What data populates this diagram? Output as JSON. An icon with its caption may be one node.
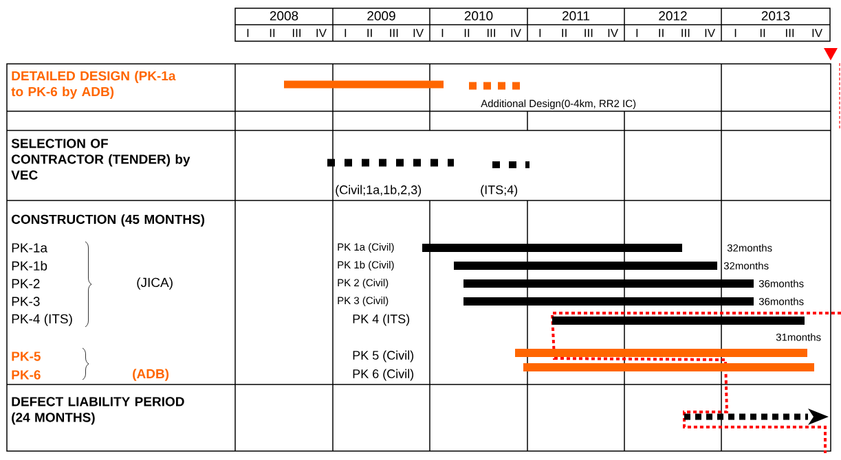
{
  "diagram": {
    "nodes": [
      {
        "text": [
          "DETAILED DESIGN (PK-1a to PK-6 by ADB)"
        ]
      },
      {
        "text": [
          "SELECTION OF CONTRACTOR (TENDER)  by VEC"
        ]
      },
      {
        "text": [
          "CONSTRUCTION (45 MONTHS)"
        ]
      },
      {
        "text": [
          "DEFECT LIABILITY PERIOD (24 MONTHS)"
        ]
      },
      {
        "text": [],
        "shape": "bar"
      },
      {
        "text": [],
        "shape": "bar",
        "beside": [
          "Additional Design(0-4km, RR2 IC)"
        ]
      },
      {
        "text": [],
        "shape": "bar",
        "beside": [
          "(Civil;1a,1b,2,3)"
        ]
      },
      {
        "text": [],
        "shape": "bar",
        "beside": [
          "(ITS;4)"
        ]
      },
      {
        "text": [],
        "shape": "bar"
      },
      {
        "text": [],
        "shape": "bar"
      },
      {
        "text": [],
        "shape": "bar"
      },
      {
        "text": [],
        "shape": "bar"
      },
      {
        "text": [],
        "shape": "bar"
      },
      {
        "text": [],
        "shape": "bar"
      },
      {
        "text": [],
        "shape": "bar"
      },
      {
        "text": [],
        "shape": "arrow"
      }
    ],
    "labels": [
      "2008",
      "2009",
      "2010",
      "2011",
      "2012",
      "2013",
      "I",
      "II",
      "III",
      "IV",
      "I",
      "II",
      "III",
      "IV",
      "I",
      "II",
      "III",
      "IV",
      "I",
      "II",
      "III",
      "IV",
      "I",
      "II",
      "III",
      "IV",
      "I",
      "II",
      "III",
      "IV",
      "PK-1a",
      "PK-1b",
      "PK-2",
      "PK-3",
      "PK-4 (ITS)",
      "(JICA)",
      "PK-5",
      "PK-6",
      "(ADB)",
      "PK 1a (Civil)",
      "32months",
      "PK 1b (Civil)",
      "32months",
      "PK 2 (Civil)",
      "36months",
      "PK 3 (Civil)",
      "36months",
      "PK 4 (ITS)",
      "31months",
      "PK 5 (Civil)",
      "PK 6 (Civil)"
    ]
  }
}
